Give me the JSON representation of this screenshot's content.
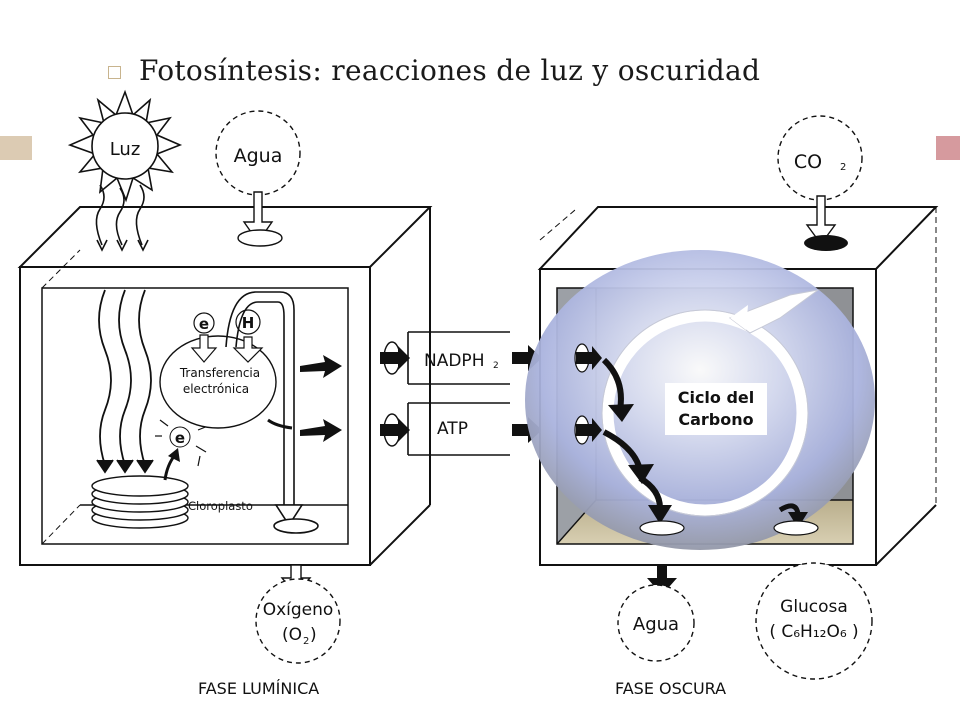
{
  "slide": {
    "title": "Fotosíntesis: reacciones de luz y oscuridad",
    "accent_left_color": "#dccbb3",
    "accent_right_color": "#d69a9e",
    "bullet_icon": "hollow-square-bullet"
  },
  "light_phase": {
    "luz": "Luz",
    "agua": "Agua",
    "e_label": "e",
    "h_label": "H",
    "transfer_line1": "Transferencia",
    "transfer_line2": "electrónica",
    "e_lower": "e",
    "cloroplasto": "Cloroplasto",
    "oxigeno_line1": "Oxígeno",
    "oxigeno_line2": "(O",
    "oxigeno_sub": "2",
    "oxigeno_close": ")",
    "caption": "FASE LUMÍNICA"
  },
  "carriers": {
    "nadph": "NADPH",
    "nadph_sub": "2",
    "atp": "ATP"
  },
  "dark_phase": {
    "co2": "CO",
    "co2_sub": "2",
    "ciclo_line1": "Ciclo del",
    "ciclo_line2": "Carbono",
    "agua": "Agua",
    "glucosa_line1": "Glucosa",
    "glucosa_formula": "( C₆H₁₂O₆ )",
    "caption": "FASE OSCURA"
  }
}
